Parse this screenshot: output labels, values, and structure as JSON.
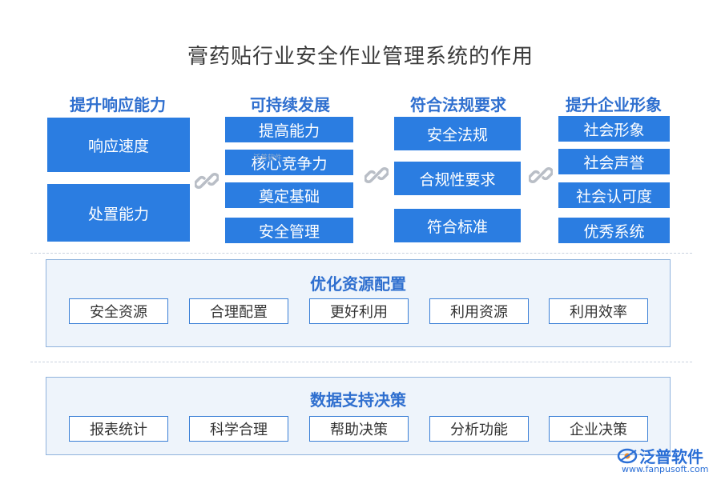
{
  "title": "膏药贴行业安全作业管理系统的作用",
  "columns": [
    {
      "heading": "提升响应能力",
      "items": [
        "响应速度",
        "处置能力"
      ]
    },
    {
      "heading": "可持续发展",
      "items": [
        "提高能力",
        "核心竞争力",
        "奠定基础",
        "安全管理"
      ]
    },
    {
      "heading": "符合法规要求",
      "items": [
        "安全法规",
        "合规性要求",
        "符合标准"
      ]
    },
    {
      "heading": "提升企业形象",
      "items": [
        "社会形象",
        "社会声誉",
        "社会认可度",
        "优秀系统"
      ]
    }
  ],
  "panels": [
    {
      "title": "优化资源配置",
      "items": [
        "安全资源",
        "合理配置",
        "更好利用",
        "利用资源",
        "利用效率"
      ]
    },
    {
      "title": "数据支持决策",
      "items": [
        "报表统计",
        "科学合理",
        "帮助决策",
        "分析功能",
        "企业决策"
      ]
    }
  ],
  "watermark": "泛普软件",
  "logo": {
    "name": "泛普软件",
    "url": "www.fanpusoft.com"
  },
  "colors": {
    "accent": "#2b7de1",
    "heading": "#2f6fcf",
    "panel_bg": "#eef4fb"
  }
}
